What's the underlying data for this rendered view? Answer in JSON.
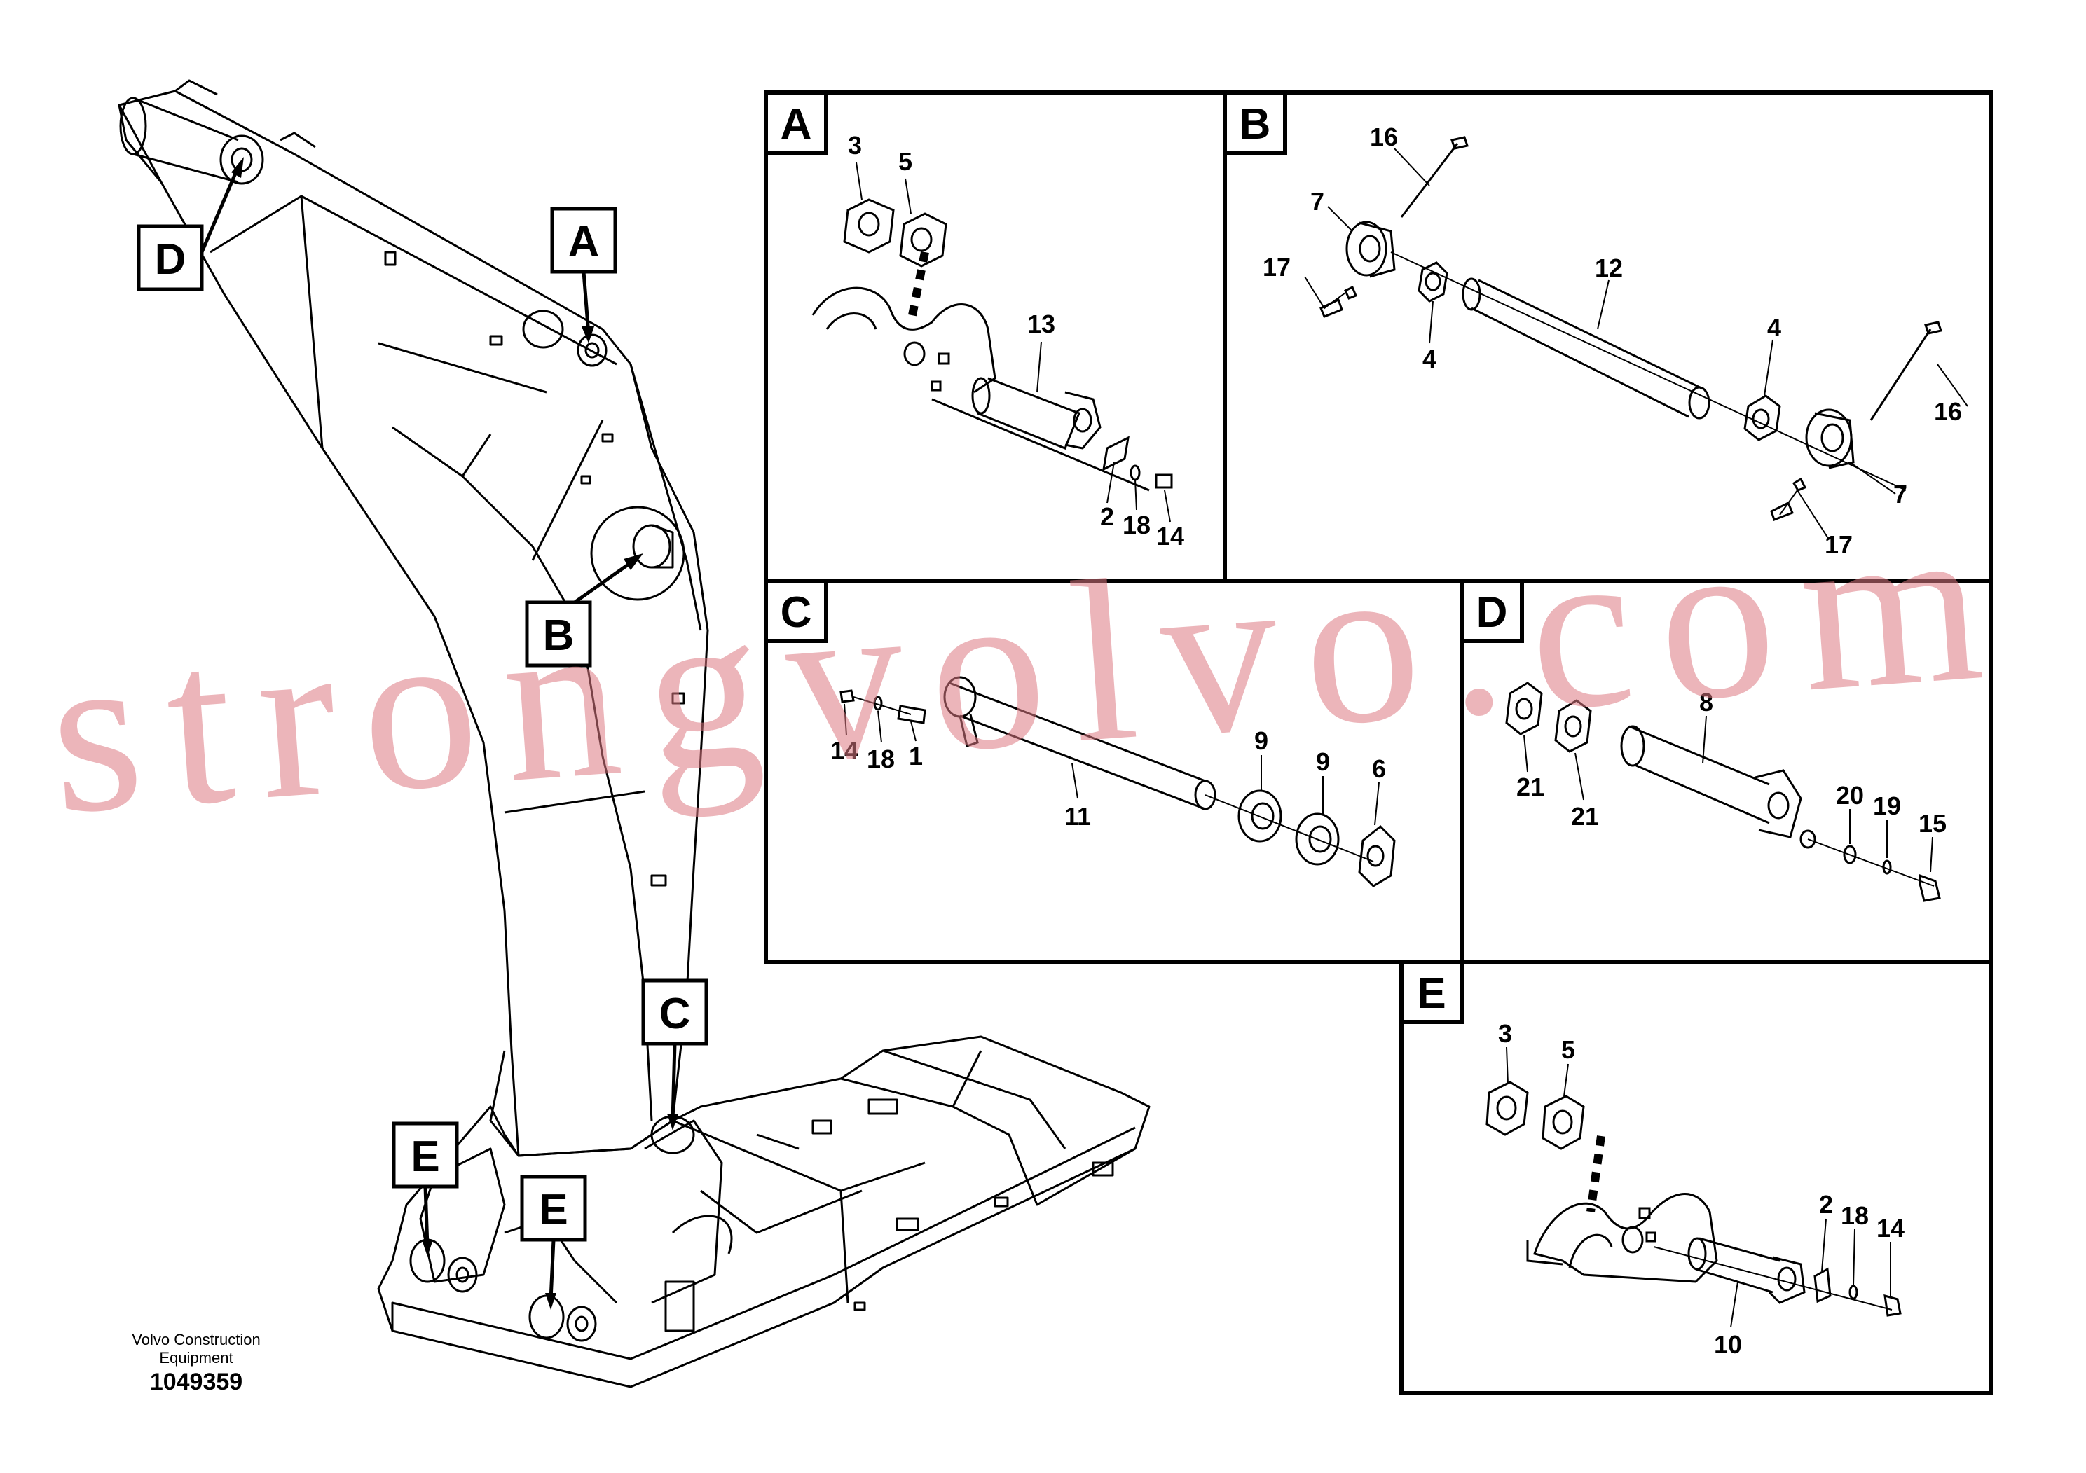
{
  "watermark": "strongvolvo.com",
  "footer": {
    "company_line1": "Volvo Construction",
    "company_line2": "Equipment",
    "drawing_number": "1049359"
  },
  "callouts": {
    "A": "A",
    "B": "B",
    "C": "C",
    "D": "D",
    "E1": "E",
    "E2": "E"
  },
  "panels": {
    "A": {
      "letter": "A",
      "parts": {
        "p3": "3",
        "p5": "5",
        "p13": "13",
        "p2": "2",
        "p18": "18",
        "p14": "14"
      }
    },
    "B": {
      "letter": "B",
      "parts": {
        "p16a": "16",
        "p7a": "7",
        "p17a": "17",
        "p4a": "4",
        "p12": "12",
        "p4b": "4",
        "p16b": "16",
        "p7b": "7",
        "p17b": "17"
      }
    },
    "C": {
      "letter": "C",
      "parts": {
        "p14": "14",
        "p18": "18",
        "p1": "1",
        "p11": "11",
        "p9a": "9",
        "p9b": "9",
        "p6": "6"
      }
    },
    "D": {
      "letter": "D",
      "parts": {
        "p8": "8",
        "p21a": "21",
        "p21b": "21",
        "p20": "20",
        "p19": "19",
        "p15": "15"
      }
    },
    "E": {
      "letter": "E",
      "parts": {
        "p3": "3",
        "p5": "5",
        "p2": "2",
        "p18": "18",
        "p14": "14",
        "p10": "10"
      }
    }
  }
}
